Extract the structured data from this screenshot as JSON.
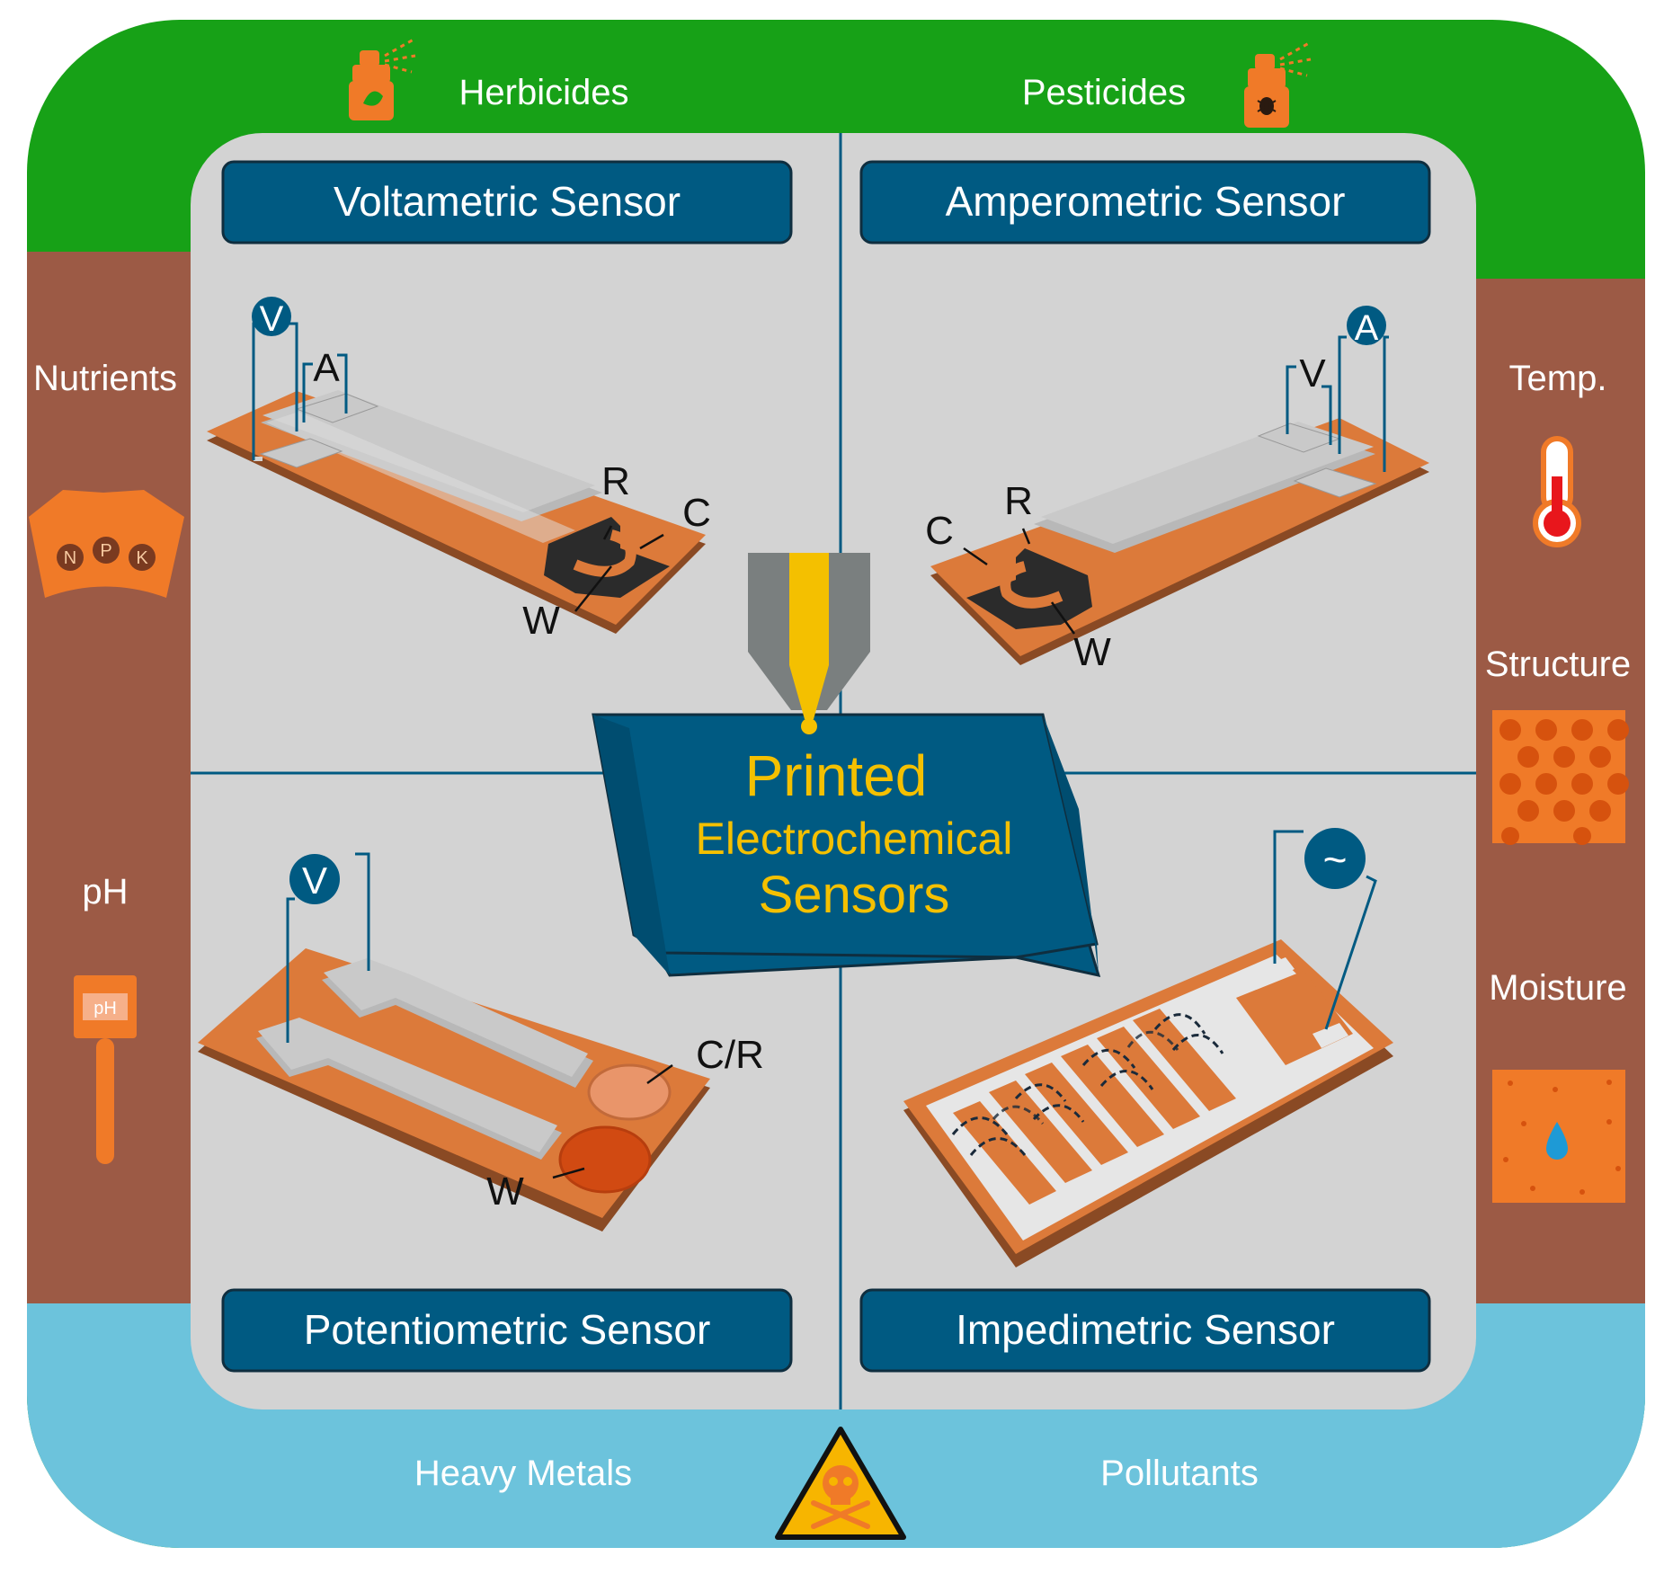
{
  "center": {
    "line1": "Printed",
    "line2": "Electrochemical",
    "line3": "Sensors"
  },
  "top": {
    "left": "Herbicides",
    "right": "Pesticides"
  },
  "bottom": {
    "left": "Heavy Metals",
    "right": "Pollutants"
  },
  "left": {
    "top": "Nutrients",
    "bottom": "pH",
    "npk": [
      "N",
      "P",
      "K"
    ],
    "ph_tag": "pH"
  },
  "right": {
    "items": [
      "Temp.",
      "Structure",
      "Moisture"
    ]
  },
  "quadrants": {
    "voltametric": {
      "title": "Voltametric Sensor",
      "meter": "V",
      "labels": {
        "a": "A",
        "r": "R",
        "c": "C",
        "w": "W"
      }
    },
    "amperometric": {
      "title": "Amperometric Sensor",
      "meter": "A",
      "labels": {
        "v": "V",
        "r": "R",
        "c": "C",
        "w": "W"
      }
    },
    "potentiometric": {
      "title": "Potentiometric Sensor",
      "meter": "V",
      "labels": {
        "cr": "C/R",
        "w": "W"
      }
    },
    "impedimetric": {
      "title": "Impedimetric Sensor",
      "meter": "~"
    }
  },
  "colors": {
    "green": "#17a117",
    "soil": "#9c5a45",
    "water": "#6cc3dc",
    "panel": "#d3d3d3",
    "navy": "#005a82",
    "orange": "#dc7a3a",
    "yellow": "#f4c000"
  }
}
